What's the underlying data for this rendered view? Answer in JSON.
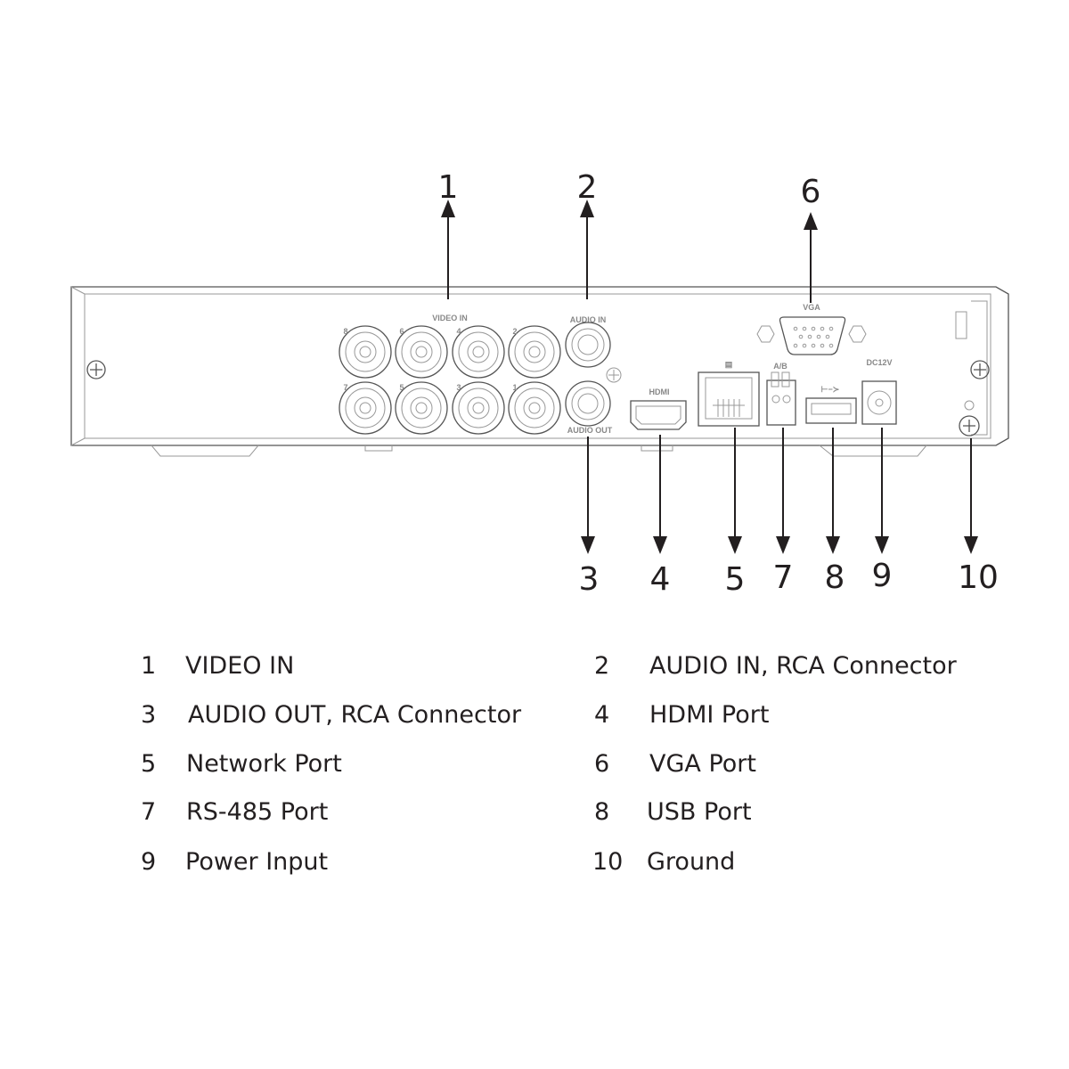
{
  "device_labels": {
    "video_in": "VIDEO IN",
    "audio_in": "AUDIO IN",
    "audio_out": "AUDIO OUT",
    "hdmi": "HDMI",
    "vga": "VGA",
    "rs485": "A/B",
    "power": "DC12V",
    "channels": [
      "8",
      "6",
      "4",
      "2",
      "7",
      "5",
      "3",
      "1"
    ]
  },
  "callouts": [
    "1",
    "2",
    "3",
    "4",
    "5",
    "6",
    "7",
    "8",
    "9",
    "10"
  ],
  "legend": [
    {
      "num": "1",
      "label": "VIDEO IN"
    },
    {
      "num": "2",
      "label": "AUDIO IN, RCA Connector"
    },
    {
      "num": "3",
      "label": "AUDIO OUT, RCA Connector"
    },
    {
      "num": "4",
      "label": "HDMI Port"
    },
    {
      "num": "5",
      "label": "Network Port"
    },
    {
      "num": "6",
      "label": "VGA Port"
    },
    {
      "num": "7",
      "label": "RS-485 Port"
    },
    {
      "num": "8",
      "label": "USB Port"
    },
    {
      "num": "9",
      "label": "Power Input"
    },
    {
      "num": "10",
      "label": "Ground"
    }
  ]
}
